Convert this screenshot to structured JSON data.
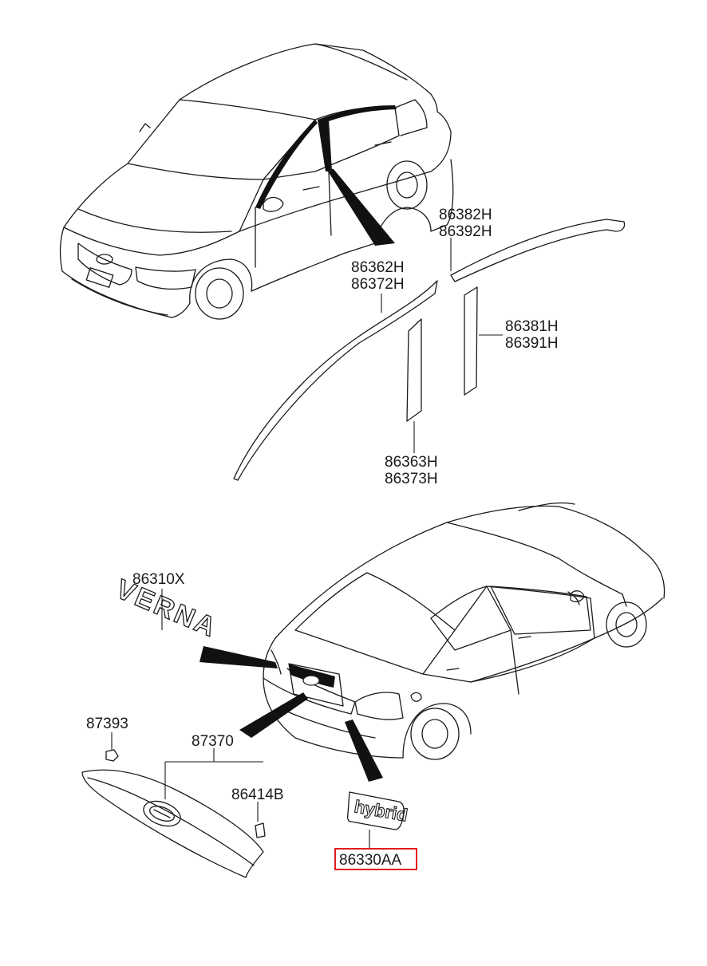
{
  "labels": {
    "p86382H": "86382H",
    "p86392H": "86392H",
    "p86362H": "86362H",
    "p86372H": "86372H",
    "p86381H": "86381H",
    "p86391H": "86391H",
    "p86363H": "86363H",
    "p86373H": "86373H",
    "p86310X": "86310X",
    "p87393": "87393",
    "p87370": "87370",
    "p86414B": "86414B",
    "p86330AA": "86330AA"
  },
  "emblems": {
    "verna": "VERNA",
    "hybrid": "hybrid"
  },
  "colors": {
    "line": "#1a1a1a",
    "highlight": "#e01b1b"
  },
  "highlighted_part": "86330AA"
}
